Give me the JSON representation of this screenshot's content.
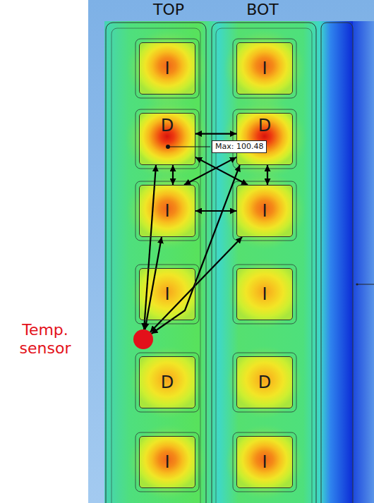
{
  "diagram": {
    "nodes": [
      {
        "text": [
          "I"
        ]
      },
      {
        "text": [
          "I"
        ]
      },
      {
        "text": [
          "D"
        ]
      },
      {
        "text": [
          "D"
        ]
      },
      {
        "text": [
          "I"
        ]
      },
      {
        "text": [
          "I"
        ]
      },
      {
        "text": [
          "I"
        ]
      },
      {
        "text": [
          "I"
        ]
      },
      {
        "text": [
          "Temp. sensor"
        ]
      },
      {
        "text": [
          "D"
        ]
      },
      {
        "text": [
          "D"
        ]
      },
      {
        "text": [
          "I"
        ]
      },
      {
        "text": [
          "I"
        ]
      }
    ],
    "edges": [
      {
        "from": 2,
        "to": 3,
        "arrow": "both"
      },
      {
        "from": 2,
        "to": 4,
        "arrow": "both"
      },
      {
        "from": 3,
        "to": 5,
        "arrow": "both"
      },
      {
        "from": 4,
        "to": 5,
        "arrow": "both"
      },
      {
        "from": 2,
        "to": 5,
        "arrow": "both"
      },
      {
        "from": 3,
        "to": 4,
        "arrow": "both"
      },
      {
        "from": 8,
        "to": 2,
        "arrow": "both"
      },
      {
        "from": 8,
        "to": 4,
        "arrow": "both"
      },
      {
        "from": 8,
        "to": 3,
        "arrow": "both"
      },
      {
        "from": 8,
        "to": 5,
        "arrow": "both"
      }
    ],
    "labels": [
      "TOP",
      "BOT",
      "Max: 100.48"
    ]
  }
}
